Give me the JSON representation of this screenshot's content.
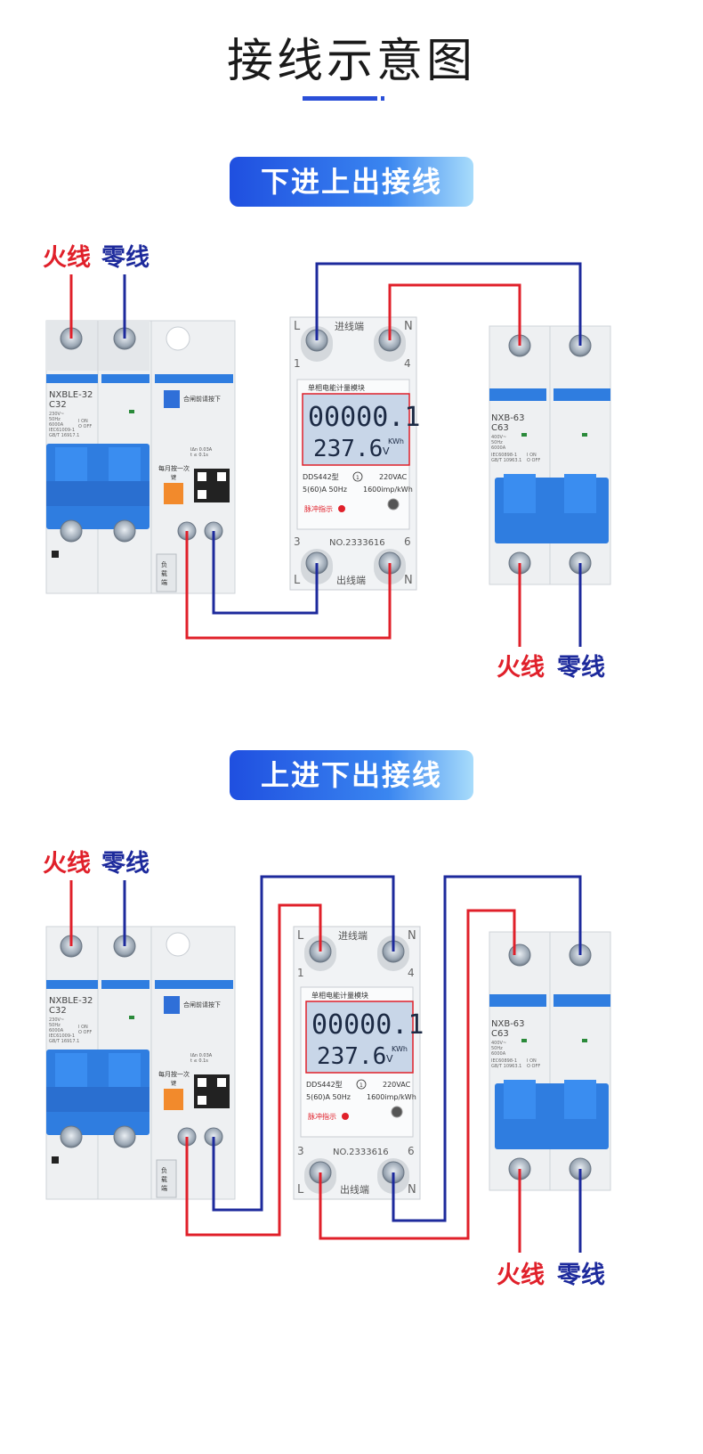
{
  "page_title": "接线示意图",
  "colors": {
    "live": "#e0202a",
    "neutral": "#1d2a9c",
    "accent": "#2a4fd8",
    "device_blue": "#2f7de0"
  },
  "sections": [
    {
      "title": "下进上出接线"
    },
    {
      "title": "上进下出接线"
    }
  ],
  "labels": {
    "live": "火线",
    "neutral": "零线"
  },
  "breaker_left": {
    "model": "NXBLE-32",
    "rating": "C32",
    "specs": [
      "230V~",
      "50Hz",
      "6000A",
      "IEC61009-1",
      "GB/T 16917.1"
    ],
    "on_off": [
      "I ON",
      "O OFF"
    ],
    "close_hint": "合闸前请按下",
    "monthly": "每月按一次",
    "monthly2": "键",
    "leak": [
      "IΔn 0.03A",
      "t ≤ 0.1s"
    ],
    "load_side": "负载端"
  },
  "meter": {
    "top_l": "L",
    "top_n": "N",
    "top_1": "1",
    "top_4": "4",
    "in_label": "进线端",
    "name": "单相电能计量模块",
    "kwh_value": "00000.1",
    "volt_value": "237.6",
    "unit_v": "V",
    "unit_kwh": "KWh",
    "model": "DDS442型",
    "circle_mark": "1",
    "voltage": "220VAC",
    "current": "5(60)A  50Hz",
    "imp": "1600imp/kWh",
    "pulse": "脉冲指示",
    "serial": "NO.2333616",
    "bot_3": "3",
    "bot_6": "6",
    "bot_l": "L",
    "bot_n": "N",
    "out_label": "出线端"
  },
  "breaker_right": {
    "model": "NXB-63",
    "rating": "C63",
    "specs": [
      "400V~",
      "50Hz",
      "6000A",
      "IEC60898-1",
      "GB/T 10963.1"
    ],
    "on_off": [
      "I ON",
      "O OFF"
    ]
  }
}
